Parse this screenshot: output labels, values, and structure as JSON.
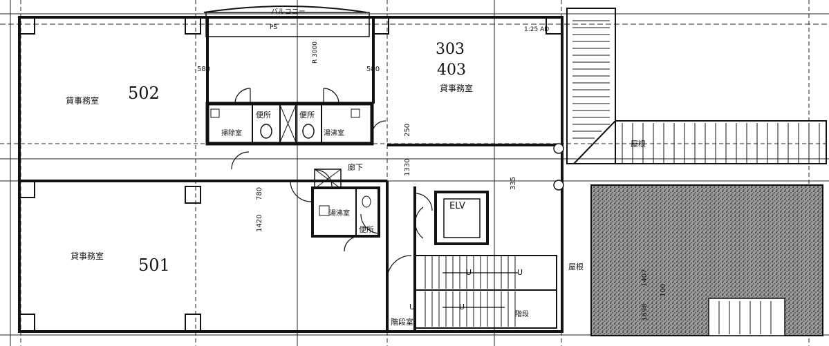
{
  "labels": {
    "balcony": "バルコニー",
    "office_top_left": "貸事務室",
    "office_top_right": "貸事務室",
    "office_bottom_left": "貸事務室",
    "room_502": "502",
    "room_303": "303",
    "room_403": "403",
    "room_501": "501",
    "toilet_left": "便所",
    "toilet_right": "便所",
    "toilet_lower": "便所",
    "storage_left": "掃除室",
    "storage_right": "湯沸室",
    "storage_lower": "湯沸室",
    "corridor": "廊下",
    "elevator": "ELV",
    "roof_right": "屋根",
    "roof_lower": "屋根",
    "stair_hall": "階段室",
    "stairs": "階段",
    "stair_up_1": "U",
    "stair_up_2": "U",
    "stair_up_3": "U",
    "stair_up_4": "U",
    "radius": "R 3000",
    "pit": "PS",
    "top_right_note": "1:25 AD"
  },
  "dimensions": {
    "d580_left": "580",
    "d580_right": "580",
    "d250": "250",
    "d1330": "1330",
    "d780": "780",
    "d1420": "1420",
    "d335": "335",
    "d1407": "1407",
    "d1698": "1698",
    "d100": "100"
  }
}
